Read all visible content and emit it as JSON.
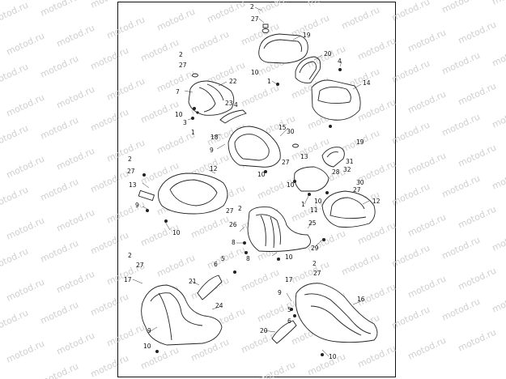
{
  "watermark_text": "motod.ru",
  "callouts": {
    "n1": "1",
    "n2": "2",
    "n3": "3",
    "n4": "4",
    "n5": "5",
    "n6": "6",
    "n7": "7",
    "n8": "8",
    "n9": "9",
    "n10": "10",
    "n11": "11",
    "n12": "12",
    "n13": "13",
    "n14": "14",
    "n15": "15",
    "n16": "16",
    "n17": "17",
    "n18": "18",
    "n19": "19",
    "n20": "20",
    "n21": "21",
    "n22": "22",
    "n23": "23",
    "n24": "24",
    "n25": "25",
    "n26": "26",
    "n27": "27",
    "n28": "28",
    "n29": "29",
    "n30": "30",
    "n31": "31",
    "n32": "32"
  }
}
